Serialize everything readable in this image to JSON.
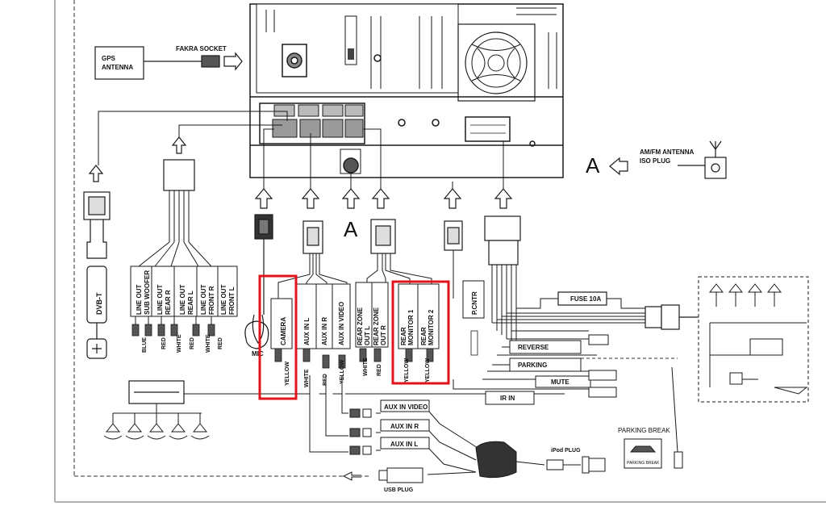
{
  "labels": {
    "gps_antenna_line1": "GPS",
    "gps_antenna_line2": "ANTENNA",
    "fakra_socket": "FAKRA SOCKET",
    "amfm_line1": "AM/FM ANTENNA",
    "amfm_line2": "ISO PLUG",
    "a_marker": "A",
    "dvbt": "DVB-T",
    "line_out_sub_1": "LINE OUT",
    "line_out_sub_2": "SUB WOOFER",
    "line_out_rear_r_1": "LINE OUT",
    "line_out_rear_r_2": "REAR R",
    "line_out_rear_l_1": "LINE OUT",
    "line_out_rear_l_2": "REAR L",
    "line_out_front_r_1": "LINE OUT",
    "line_out_front_r_2": "FRONT R",
    "line_out_front_l_1": "LINE OUT",
    "line_out_front_l_2": "FRONT L",
    "blue": "BLUE",
    "red": "RED",
    "white": "WHITE",
    "yellow": "YELLOW",
    "mic": "MIC",
    "camera": "CAMERA",
    "aux_in_l": "AUX IN L",
    "aux_in_r": "AUX IN R",
    "aux_in_video": "AUX IN VIDEO",
    "rear_zone_l_1": "REAR ZONE",
    "rear_zone_l_2": "OUT L",
    "rear_zone_r_1": "REAR ZONE",
    "rear_zone_r_2": "OUT R",
    "rear_monitor_1_1": "REAR",
    "rear_monitor_1_2": "MONITOR 1",
    "rear_monitor_2_1": "REAR",
    "rear_monitor_2_2": "MONITOR 2",
    "pcntr": "P.CNTR",
    "fuse": "FUSE 10A",
    "reverse": "REVERSE",
    "parking": "PARKING",
    "mute": "MUTE",
    "ir_in": "IR IN",
    "aux_in_video_box": "AUX IN VIDEO",
    "aux_in_r_box": "AUX IN R",
    "aux_in_l_box": "AUX IN L",
    "ipod_plug": "iPod PLUG",
    "usb_plug": "USB PLUG",
    "parking_break": "PARKING BREAK",
    "parking_break_small": "PARKING BREAK"
  },
  "colors": {
    "line": "#1a1a1a",
    "highlight": "#e0141b",
    "panel_gray": "#c8c8c8"
  }
}
